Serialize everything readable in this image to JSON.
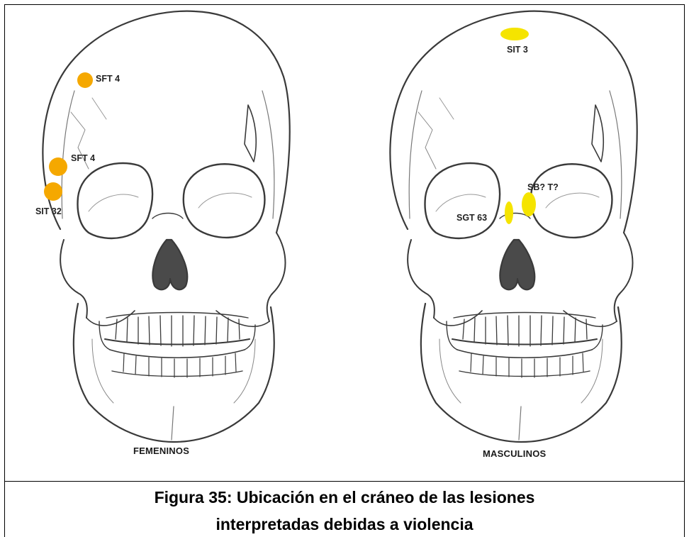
{
  "panels": [
    {
      "label": "FEMENINOS",
      "lesions": [
        {
          "label": "SFT 4",
          "color": "#f5a800"
        },
        {
          "label": "SFT 4",
          "color": "#f5a800"
        },
        {
          "label": "SIT 32",
          "color": "#f5a800"
        }
      ]
    },
    {
      "label": "MASCULINOS",
      "lesions": [
        {
          "label": "SIT 3",
          "color": "#f5e400"
        },
        {
          "label": "SB? T?",
          "color": "#f5e400"
        },
        {
          "label": "SGT 63",
          "color": "#f5e400"
        }
      ]
    }
  ],
  "caption": {
    "line1": "Figura 35: Ubicación en el cráneo de las lesiones",
    "line2": "interpretadas debidas a violencia"
  }
}
